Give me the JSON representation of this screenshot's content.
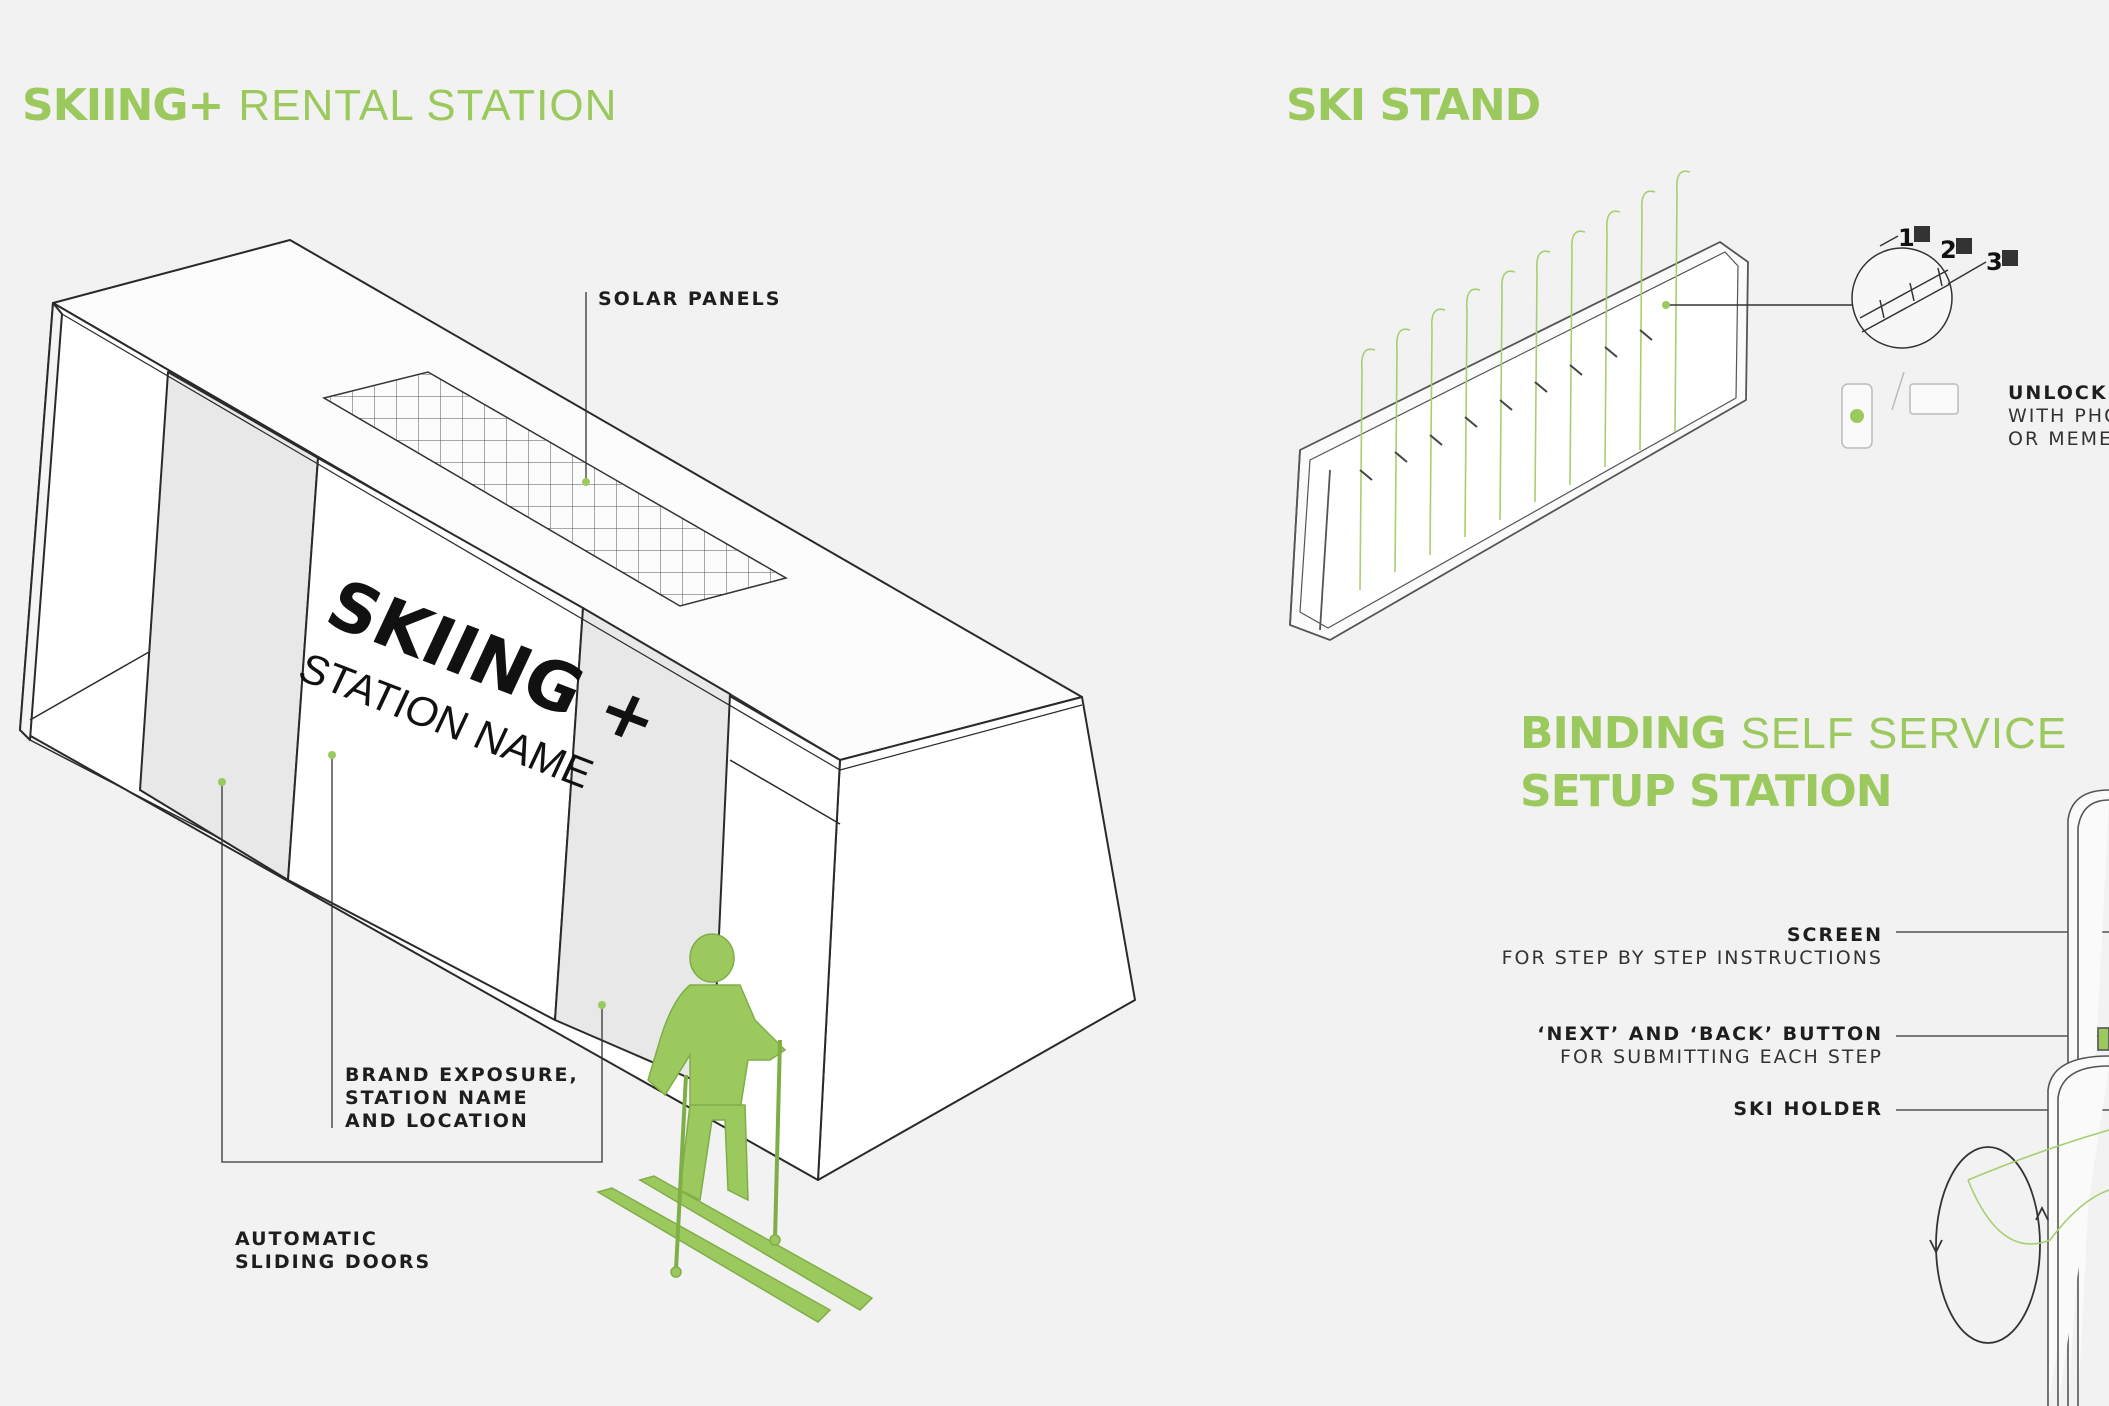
{
  "titles": {
    "rental": {
      "bold": "SKIING+",
      "light": "RENTAL STATION"
    },
    "ski_stand": {
      "bold": "SKI STAND"
    },
    "binding": {
      "bold": "BINDING",
      "light": "SELF SERVICE",
      "line2": "SETUP STATION"
    }
  },
  "callouts": {
    "solar_panels": "SOLAR PANELS",
    "brand_exposure": [
      "BRAND EXPOSURE,",
      "STATION NAME",
      "AND LOCATION"
    ],
    "sliding_doors": [
      "AUTOMATIC",
      "SLIDING DOORS"
    ],
    "unlocking": [
      "UNLOCKI",
      "WITH PHO",
      "OR MEME"
    ],
    "screen": {
      "label": "SCREEN",
      "sub": "FOR STEP BY STEP INSTRUCTIONS"
    },
    "next_back": {
      "label": "‘NEXT’ AND ‘BACK’ BUTTON",
      "sub": "FOR SUBMITTING EACH STEP"
    },
    "ski_holder": {
      "label": "SKI HOLDER"
    }
  },
  "station_sign": {
    "brand": "SKIING +",
    "name": "STATION NAME"
  },
  "qr_steps": [
    "1",
    "2",
    "3"
  ],
  "colors": {
    "accent": "#9cc95e",
    "line": "#2a2a2a",
    "background": "#f2f2f2"
  }
}
